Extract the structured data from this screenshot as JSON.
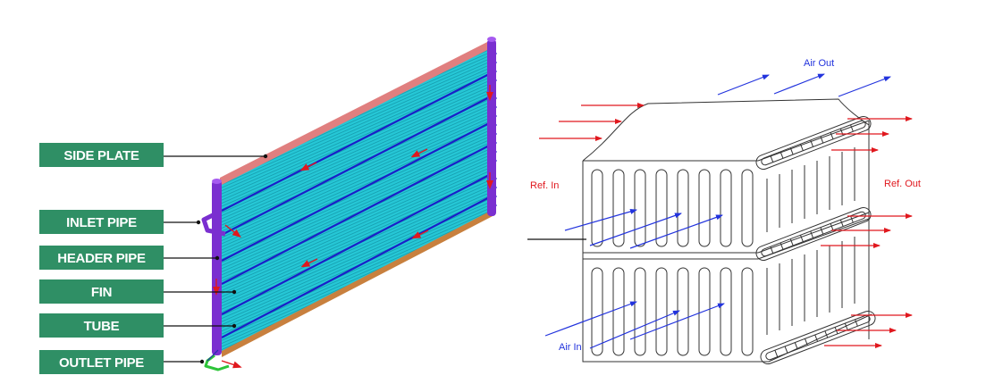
{
  "labels": {
    "side_plate": "SIDE PLATE",
    "inlet_pipe": "INLET PIPE",
    "header_pipe": "HEADER PIPE",
    "fin": "FIN",
    "tube": "TUBE",
    "outlet_pipe": "OUTLET PIPE"
  },
  "flow": {
    "air_out": "Air Out",
    "air_in": "Air In",
    "ref_in": "Ref. In",
    "ref_out": "Ref. Out"
  },
  "colors": {
    "label_green": "#2f8f65",
    "fin_cyan": "#22c4d4",
    "header_purple": "#7a2fd0",
    "side_plate_pink": "#e07f7f",
    "bottom_plate_orange": "#c8803e",
    "tube_blue": "#1a1fc8",
    "refrigerant_red": "#e0181e",
    "air_blue": "#2233dd"
  }
}
